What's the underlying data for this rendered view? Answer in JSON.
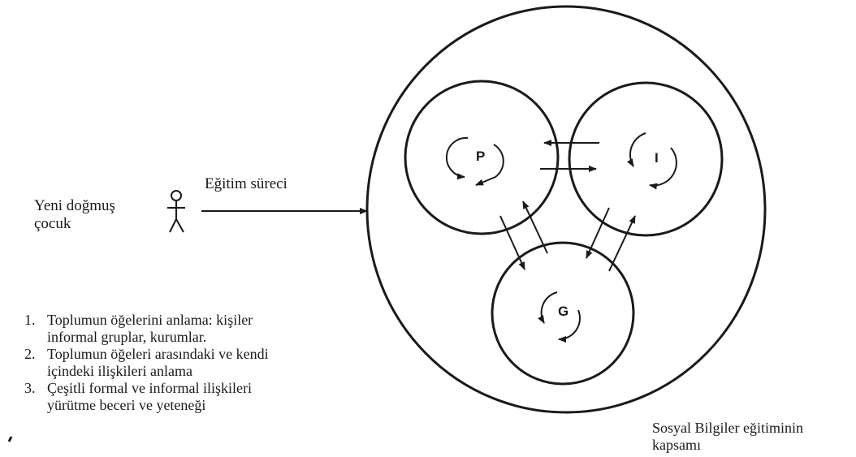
{
  "newborn": {
    "line1": "Yeni doğmuş",
    "line2": "çocuk",
    "icon": "stick-figure-icon"
  },
  "process_label": "Eğitim süreci",
  "nodes": {
    "p": "P",
    "i": "I",
    "g": "G"
  },
  "scope_caption": {
    "line1": "Sosyal Bilgiler eğitiminin",
    "line2": "kapsamı"
  },
  "list_items": [
    {
      "number": "1.",
      "line1": "Toplumun öğelerini anlama: kişiler",
      "line2": "informal gruplar, kurumlar."
    },
    {
      "number": "2.",
      "line1": "Toplumun öğeleri arasındaki ve kendi",
      "line2": "içindeki ilişkileri anlama"
    },
    {
      "number": "3.",
      "line1": "Çeşitli formal ve informal ilişkileri",
      "line2": "yürütme beceri ve yeteneği"
    }
  ],
  "colors": {
    "ink": "#1a1a1a",
    "background": "#ffffff"
  }
}
